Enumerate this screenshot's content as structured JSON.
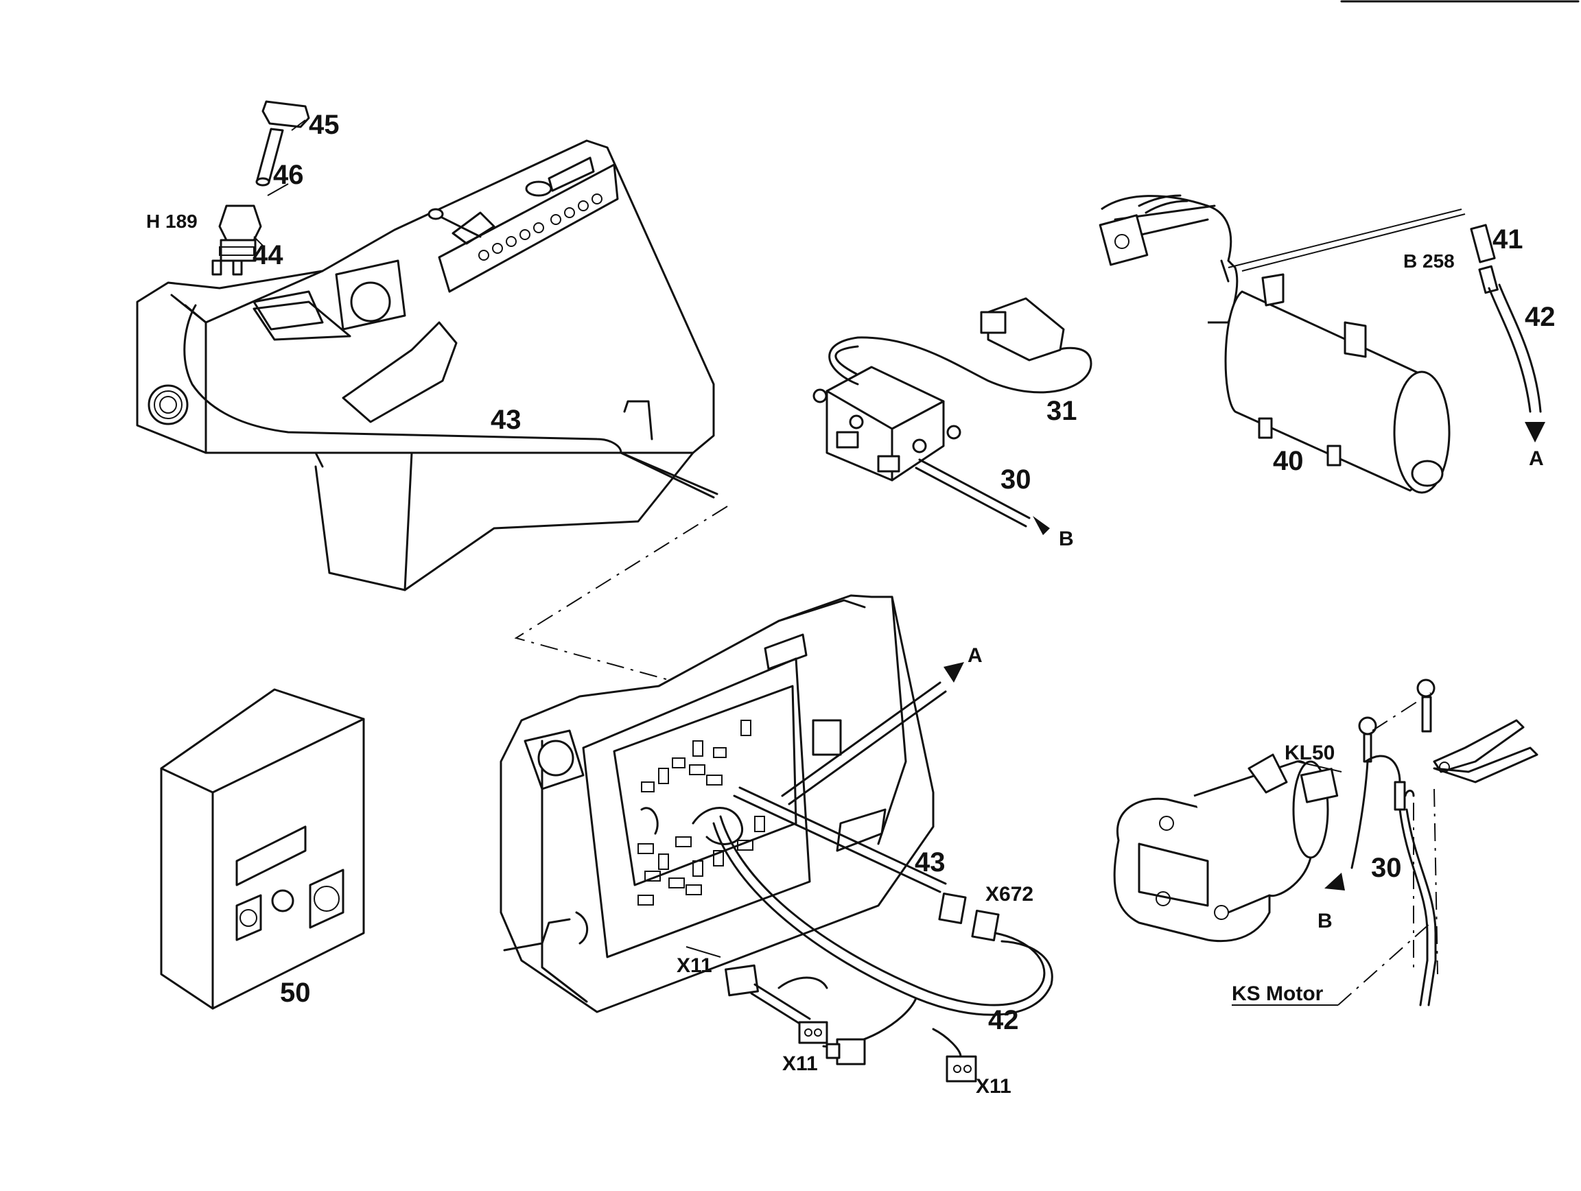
{
  "labels": {
    "p45": "45",
    "p46": "46",
    "p44": "44",
    "h189": "H 189",
    "p43_top": "43",
    "p31": "31",
    "p30_top": "30",
    "b_top": "B",
    "p40": "40",
    "p41": "41",
    "b258": "B 258",
    "p42_top": "42",
    "a_top": "A",
    "a_mid": "A",
    "p50": "50",
    "p43_mid": "43",
    "x672": "X672",
    "x11_a": "X11",
    "p42_bot": "42",
    "x11_b": "X11",
    "x11_c": "X11",
    "kl50": "KL50",
    "p30_right": "30",
    "b_right": "B",
    "ks_motor": "KS Motor"
  },
  "colors": {
    "line": "#111111",
    "background": "#ffffff"
  }
}
